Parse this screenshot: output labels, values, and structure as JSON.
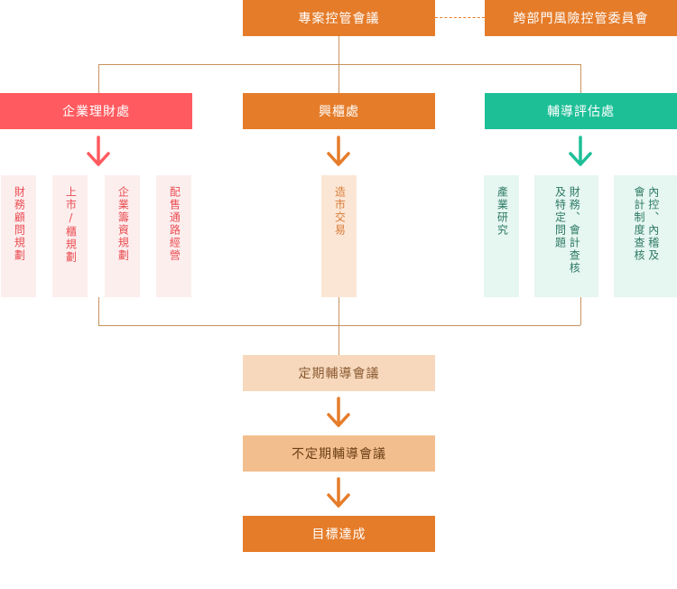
{
  "colors": {
    "orange": "#e57c2a",
    "red": "#ff5a5f",
    "teal": "#1dbf97",
    "peach_light": "#f7d8bc",
    "peach_mid": "#f3be8e",
    "connector": "#c9915c"
  },
  "top": {
    "project_meeting": "專案控管會議",
    "risk_committee": "跨部門風險控管委員會"
  },
  "divisions": {
    "finance": "企業理財處",
    "otc": "興櫃處",
    "evaluation": "輔導評估處"
  },
  "finance_items": [
    "財務顧問規劃",
    "上市/櫃規劃",
    "企業籌資規劃",
    "配售通路經營"
  ],
  "otc_items": [
    "造市交易"
  ],
  "evaluation_items": {
    "industry": "產業研究",
    "finance_check": [
      "及特定問題",
      "財務、會計查核"
    ],
    "internal_control": [
      "會計制度查核",
      "內控、內稽及"
    ]
  },
  "flow": {
    "regular": "定期輔導會議",
    "irregular": "不定期輔導會議",
    "goal": "目標達成"
  },
  "icons": [
    "arrow-down-red-icon",
    "arrow-down-orange-icon",
    "arrow-down-teal-icon"
  ]
}
